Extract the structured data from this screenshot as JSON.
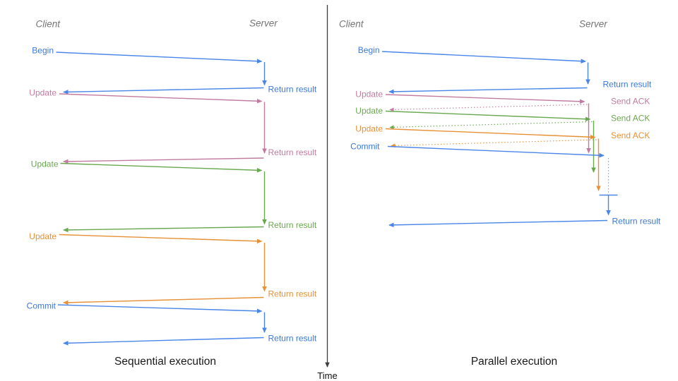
{
  "palette": {
    "blue_text": "#3c78d8",
    "blue_line": "#4a86e8",
    "pink": "#c27ba0",
    "green": "#6aa84f",
    "orange": "#e69138",
    "header_gray": "#757575",
    "axis_gray": "#3d3d3d",
    "title_black": "#1a1a1a",
    "background": "#ffffff"
  },
  "time_axis": {
    "label": "Time"
  },
  "panels": [
    {
      "title": "Sequential execution",
      "client": "Client",
      "server": "Server",
      "steps": [
        {
          "request": "Begin",
          "response": "Return result",
          "color": "#3c78d8"
        },
        {
          "request": "Update",
          "response": "Return result",
          "color": "#c27ba0"
        },
        {
          "request": "Update",
          "response": "Return result",
          "color": "#6aa84f"
        },
        {
          "request": "Update",
          "response": "Return result",
          "color": "#e69138"
        },
        {
          "request": "Commit",
          "response": "Return result",
          "color": "#3c78d8"
        }
      ]
    },
    {
      "title": "Parallel execution",
      "client": "Client",
      "server": "Server",
      "steps": [
        {
          "request": "Begin",
          "response": "Return result",
          "color": "#3c78d8"
        },
        {
          "request": "Update",
          "response": "Send ACK",
          "color": "#c27ba0"
        },
        {
          "request": "Update",
          "response": "Send ACK",
          "color": "#6aa84f"
        },
        {
          "request": "Update",
          "response": "Send ACK",
          "color": "#e69138"
        },
        {
          "request": "Commit",
          "response": "Return result",
          "color": "#3c78d8"
        }
      ]
    }
  ]
}
